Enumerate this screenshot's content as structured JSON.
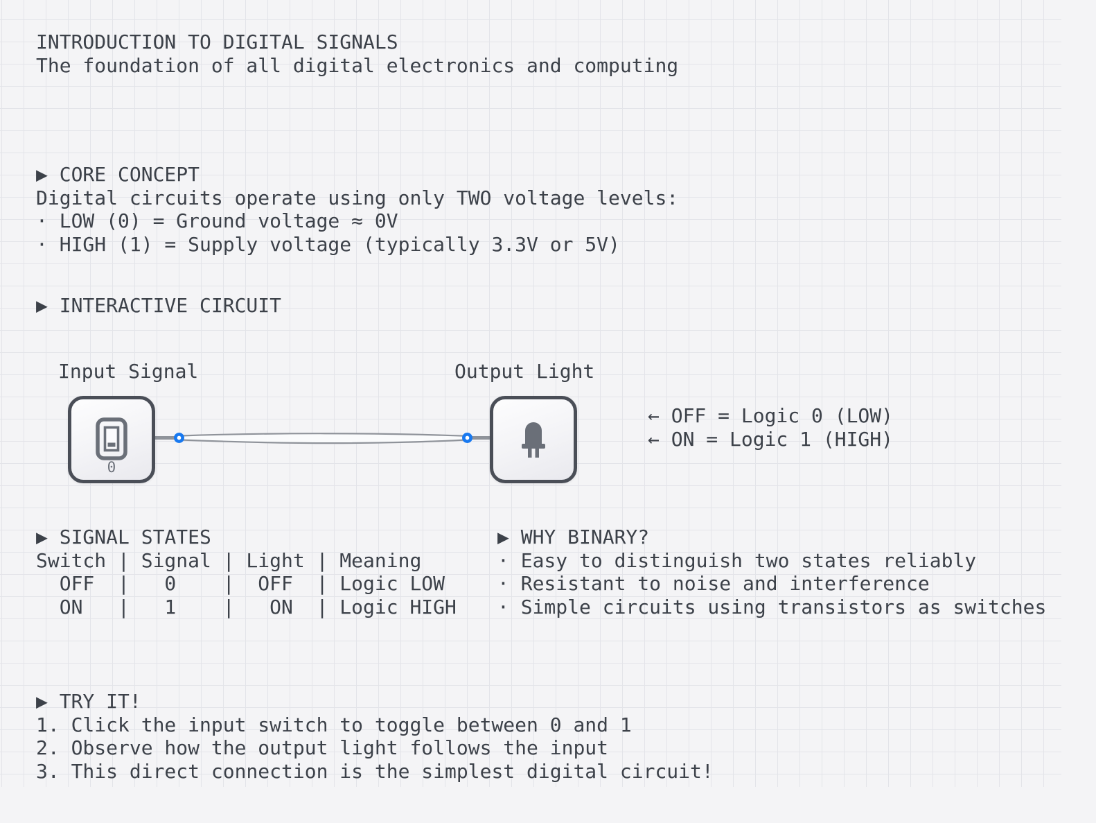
{
  "colors": {
    "background": "#f4f4f6",
    "grid_line": "#e3e4e9",
    "text": "#3c4149",
    "node_border": "#4a4e57",
    "icon_gray": "#6a6f78",
    "wire_gray": "#8f939a",
    "port_blue": "#1879f0"
  },
  "header": {
    "title": "INTRODUCTION TO DIGITAL SIGNALS",
    "subtitle": "The foundation of all digital electronics and computing"
  },
  "core_concept": {
    "heading": "▶ CORE CONCEPT",
    "intro": "Digital circuits operate using only TWO voltage levels:",
    "bullet_low": "· LOW (0) = Ground voltage ≈ 0V",
    "bullet_high": "· HIGH (1) = Supply voltage (typically 3.3V or 5V)"
  },
  "circuit": {
    "heading": "▶ INTERACTIVE CIRCUIT",
    "input_label": "Input Signal",
    "output_label": "Output Light",
    "switch_state": "0",
    "icons": {
      "input": "rocker-switch-icon",
      "output": "led-icon"
    },
    "annotation_off": "← OFF = Logic 0 (LOW)",
    "annotation_on": "← ON = Logic 1 (HIGH)"
  },
  "signal_states": {
    "heading": "▶ SIGNAL STATES",
    "table_header": "Switch | Signal | Light | Meaning",
    "row_off": "  OFF  |   0    |  OFF  | Logic LOW",
    "row_on": "  ON   |   1    |   ON  | Logic HIGH"
  },
  "why_binary": {
    "heading": "▶ WHY BINARY?",
    "bullet_1": "· Easy to distinguish two states reliably",
    "bullet_2": "· Resistant to noise and interference",
    "bullet_3": "· Simple circuits using transistors as switches"
  },
  "try_it": {
    "heading": "▶ TRY IT!",
    "step_1": "1. Click the input switch to toggle between 0 and 1",
    "step_2": "2. Observe how the output light follows the input",
    "step_3": "3. This direct connection is the simplest digital circuit!"
  }
}
